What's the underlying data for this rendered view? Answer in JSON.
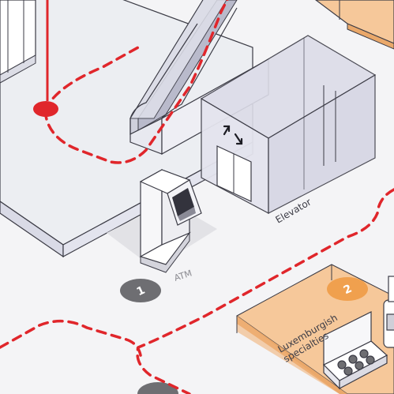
{
  "labels": {
    "elevator": "Elevator",
    "atm": "ATM",
    "shop": "Luxemburgish\nspecialties"
  },
  "badges": {
    "atm_number": "1",
    "shop_number": "2"
  },
  "colors": {
    "route": "#e0262b",
    "shop": "#f0a04e",
    "badge_gray": "#6e6e72",
    "floor": "#f4f4f6"
  }
}
